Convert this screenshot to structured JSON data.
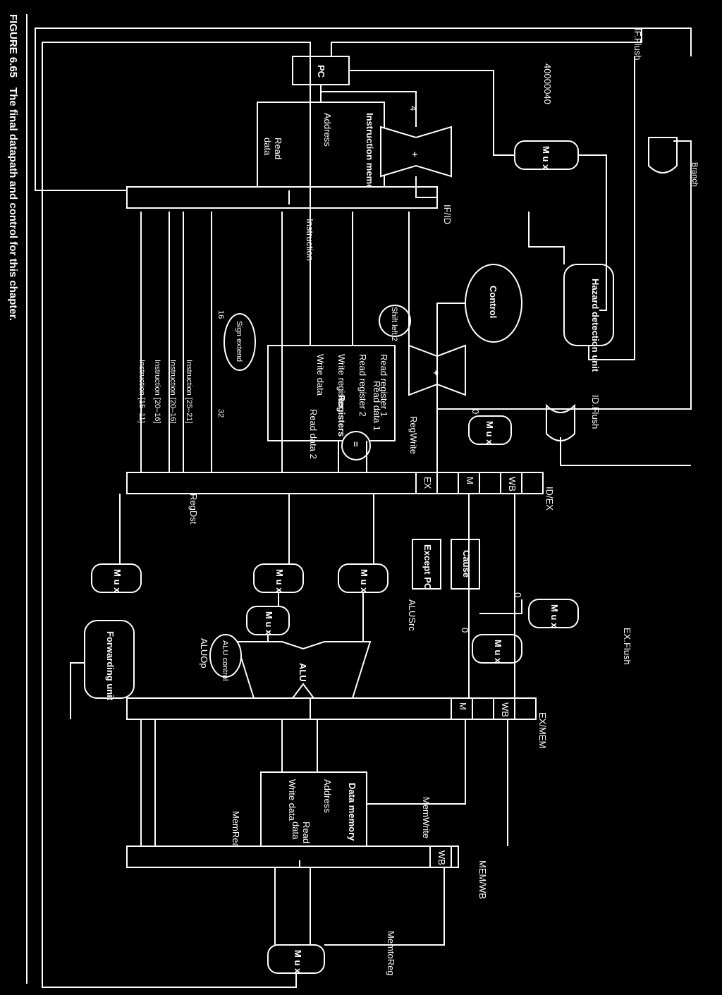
{
  "caption": {
    "figure": "FIGURE 6.65",
    "text": "The final datapath and control for this chapter."
  },
  "labels": {
    "if_flush": "IF.Flush",
    "branch": "Branch",
    "addr_40000040": "40000040",
    "four": "4",
    "pc": "PC",
    "imem_title": "Instruction memory",
    "address": "Address",
    "read": "Read",
    "data": "data",
    "if_id": "IF/ID",
    "instruction": "Instruction",
    "hazard": "Hazard detection unit",
    "control": "Control",
    "shift_left_2": "Shift left 2",
    "sign_extend": "Sign extend",
    "sixteen": "16",
    "thirtytwo": "32",
    "read_register_1": "Read register 1",
    "read_register_2": "Read register 2",
    "write_register": "Write register",
    "write_data": "Write data",
    "read_data_1": "Read data 1",
    "read_data_2": "Read data 2",
    "registers": "Registers",
    "instr_25_21": "Instruction [25–21]",
    "instr_20_16": "Instruction [20–16]",
    "instr_20_16_b": "Instruction [20–16]",
    "instr_15_11": "Instruction [15–11]",
    "regwrite": "RegWrite",
    "zero": "0",
    "id_flush": "ID.Flush",
    "equals": "=",
    "id_ex": "ID/EX",
    "ex": "EX",
    "m": "M",
    "wb": "WB",
    "regdst": "RegDst",
    "except_pc": "Except PC",
    "cause": "Cause",
    "alusrc": "ALUSrc",
    "aluop": "ALUOp",
    "alu": "ALU",
    "alu_control": "ALU control",
    "forwarding": "Forwarding unit",
    "ex_flush": "EX.Flush",
    "ex_mem": "EX/MEM",
    "dmem_title": "Data memory",
    "memwrite": "MemWrite",
    "memread": "MemRead",
    "mem_wb": "MEM/WB",
    "memtoreg": "MemtoReg",
    "mux_text": "M u x",
    "plus": "+"
  }
}
